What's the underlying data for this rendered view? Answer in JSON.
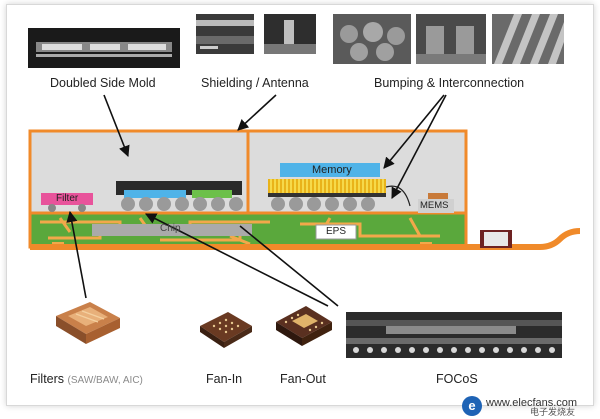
{
  "top_labels": {
    "mold": "Doubled Side Mold",
    "shield": "Shielding / Antenna",
    "bump": "Bumping & Interconnection"
  },
  "package": {
    "filter": "Filter",
    "memory": "Memory",
    "chip": "Chip",
    "mems": "MEMS",
    "eps": "EPS"
  },
  "bottom_labels": {
    "filters_main": "Filters",
    "filters_sub": "(SAW/BAW, AIC)",
    "fan_in": "Fan-In",
    "fan_out": "Fan-Out",
    "focos": "FOCoS"
  },
  "watermark": {
    "logo_mark": "e",
    "url": "www.elecfans.com",
    "brand": "电子发烧友"
  },
  "colors": {
    "orange": "#f08a2a",
    "pcb_green": "#5aa83c",
    "filter_pink": "#e8539b",
    "memory_blue": "#4fb3e8",
    "chip_gray": "#aaaaaa"
  }
}
